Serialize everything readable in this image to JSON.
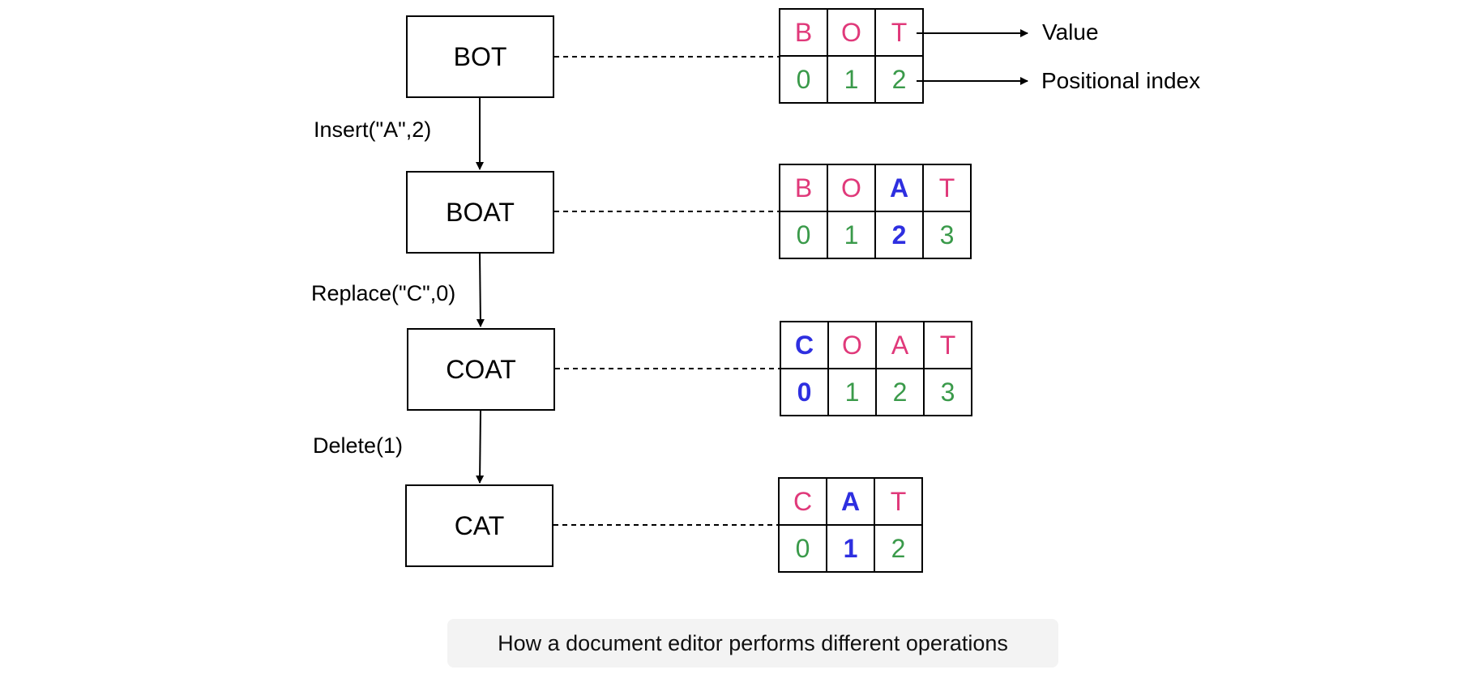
{
  "nodes": [
    {
      "label": "BOT",
      "values": [
        "B",
        "O",
        "T"
      ],
      "indices": [
        "0",
        "1",
        "2"
      ],
      "highlight": null
    },
    {
      "label": "BOAT",
      "values": [
        "B",
        "O",
        "A",
        "T"
      ],
      "indices": [
        "0",
        "1",
        "2",
        "3"
      ],
      "highlight": 2
    },
    {
      "label": "COAT",
      "values": [
        "C",
        "O",
        "A",
        "T"
      ],
      "indices": [
        "0",
        "1",
        "2",
        "3"
      ],
      "highlight": 0
    },
    {
      "label": "CAT",
      "values": [
        "C",
        "A",
        "T"
      ],
      "indices": [
        "0",
        "1",
        "2"
      ],
      "highlight": 1
    }
  ],
  "operations": [
    "Insert(\"A\",2)",
    "Replace(\"C\",0)",
    "Delete(1)"
  ],
  "annotations": {
    "value": "Value",
    "positional_index": "Positional index"
  },
  "caption": "How a document editor performs different operations",
  "colors": {
    "value": "#e0397a",
    "index": "#3a9a4a",
    "highlight": "#2e2fe0"
  }
}
